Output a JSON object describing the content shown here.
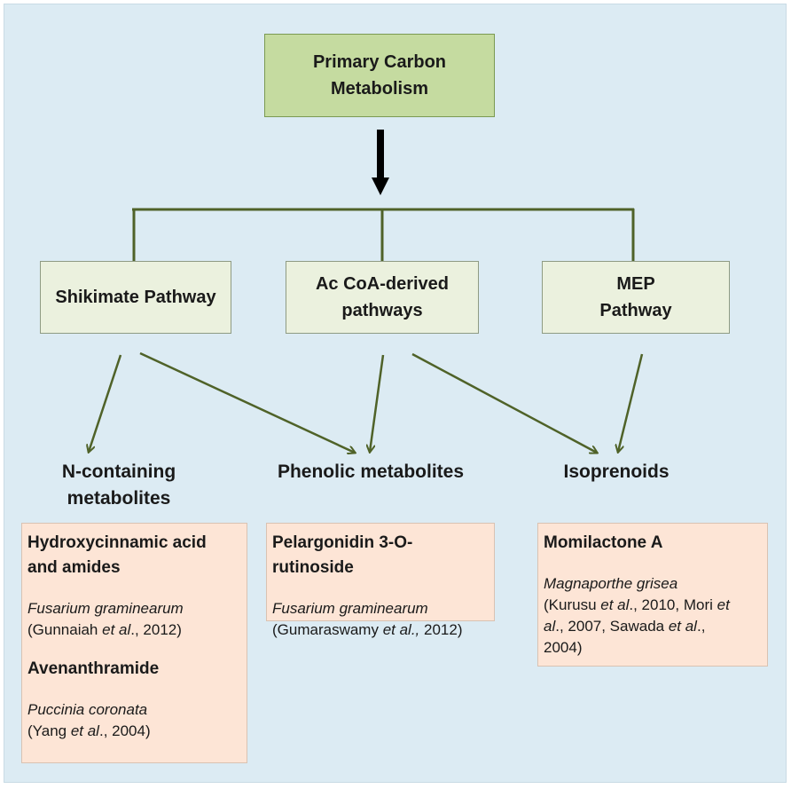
{
  "primary": {
    "line1": "Primary Carbon",
    "line2": "Metabolism"
  },
  "pathways": {
    "shikimate": {
      "line1": "Shikimate Pathway"
    },
    "acetyl_coa": {
      "line1": "Ac CoA-derived",
      "line2": "pathways"
    },
    "mep": {
      "line1": "MEP",
      "line2": "Pathway"
    }
  },
  "products": {
    "n_containing": {
      "line1": "N-containing",
      "line2": "metabolites"
    },
    "phenolic": {
      "line1": "Phenolic metabolites"
    },
    "isoprenoids": {
      "line1": "Isoprenoids"
    }
  },
  "cards": {
    "n_containing": {
      "entries": [
        {
          "title1": "Hydroxycinnamic acid",
          "title2": "and amides",
          "organism": "Fusarium graminearum",
          "ref_pre": "(Gunnaiah ",
          "ref_etal": "et al",
          "ref_post": "., 2012)"
        },
        {
          "title1": "Avenanthramide",
          "organism": "Puccinia coronata",
          "ref_pre": "(Yang ",
          "ref_etal": "et al",
          "ref_post": "., 2004)"
        }
      ]
    },
    "phenolic": {
      "title1": "Pelargonidin 3-O-rutinoside",
      "organism": "Fusarium graminearum",
      "ref_pre": "(Gumaraswamy ",
      "ref_etal": "et al.,",
      "ref_post": " 2012)"
    },
    "isoprenoids": {
      "title1": "Momilactone A",
      "organism": "Magnaporthe grisea",
      "ref_l1_pre": "(Kurusu ",
      "ref_l1_etal": "et al",
      "ref_l1_post": "., 2010, Mori ",
      "ref_l1_etal2": "et",
      "ref_l2_etal": "al",
      "ref_l2_post": "., 2007, Sawada ",
      "ref_l2_etal2": "et al",
      "ref_l2_post2": "., ",
      "ref_l3": "2004)"
    }
  },
  "colors": {
    "background": "#dcebf3",
    "primary_fill": "#c5dba0",
    "pathway_fill": "#ebf1de",
    "card_fill": "#fde5d6",
    "connector": "#4f6228",
    "main_arrow": "#000000"
  }
}
